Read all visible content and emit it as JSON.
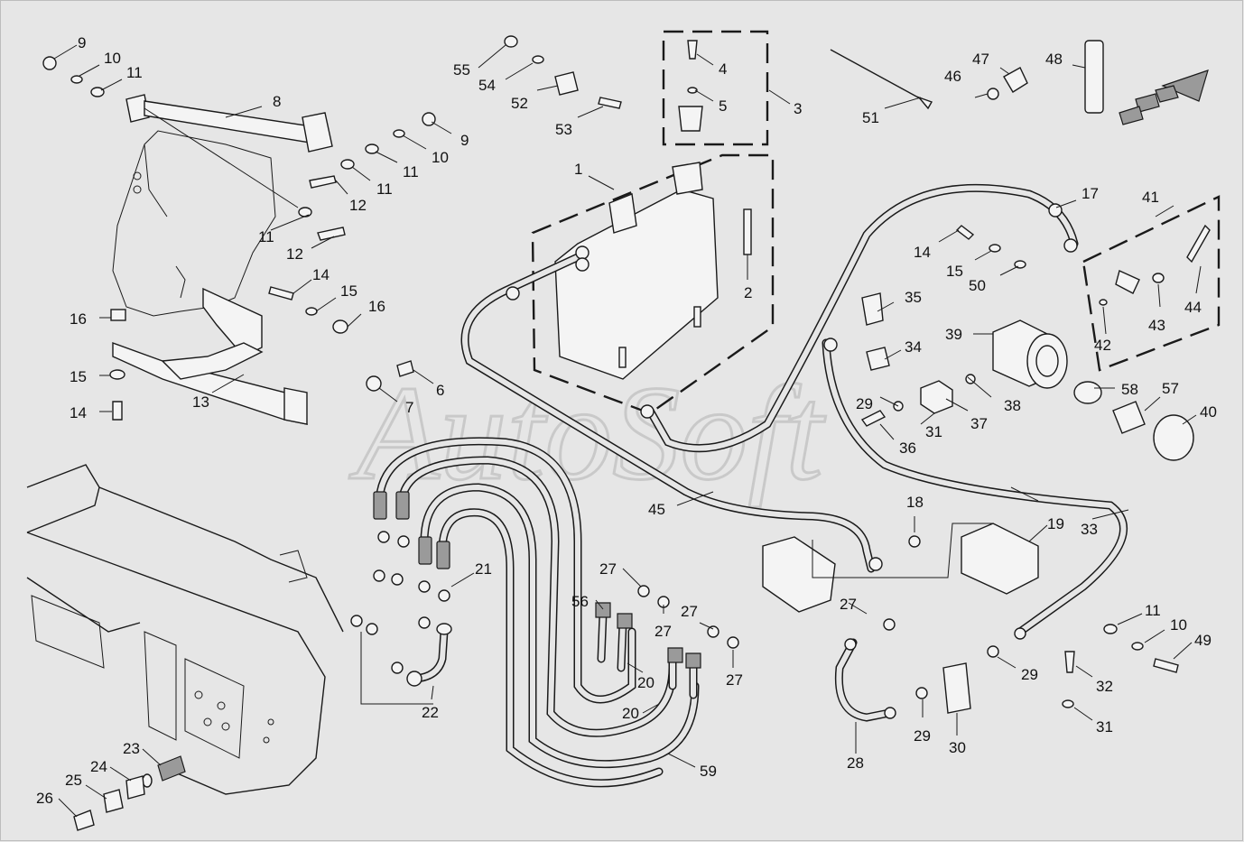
{
  "watermark": "AutoSoft",
  "callouts": [
    {
      "id": "c9a",
      "text": "9"
    },
    {
      "id": "c10a",
      "text": "10"
    },
    {
      "id": "c11a",
      "text": "11"
    },
    {
      "id": "c8",
      "text": "8"
    },
    {
      "id": "c9b",
      "text": "9"
    },
    {
      "id": "c10b",
      "text": "10"
    },
    {
      "id": "c11b",
      "text": "11"
    },
    {
      "id": "c11c",
      "text": "11"
    },
    {
      "id": "c12a",
      "text": "12"
    },
    {
      "id": "c11d",
      "text": "11"
    },
    {
      "id": "c12b",
      "text": "12"
    },
    {
      "id": "c16a",
      "text": "16"
    },
    {
      "id": "c15a",
      "text": "15"
    },
    {
      "id": "c14a",
      "text": "14"
    },
    {
      "id": "c13",
      "text": "13"
    },
    {
      "id": "c14b",
      "text": "14"
    },
    {
      "id": "c15b",
      "text": "15"
    },
    {
      "id": "c16b",
      "text": "16"
    },
    {
      "id": "c7",
      "text": "7"
    },
    {
      "id": "c6",
      "text": "6"
    },
    {
      "id": "c55",
      "text": "55"
    },
    {
      "id": "c54",
      "text": "54"
    },
    {
      "id": "c52",
      "text": "52"
    },
    {
      "id": "c53",
      "text": "53"
    },
    {
      "id": "c4",
      "text": "4"
    },
    {
      "id": "c5",
      "text": "5"
    },
    {
      "id": "c3",
      "text": "3"
    },
    {
      "id": "c1",
      "text": "1"
    },
    {
      "id": "c2",
      "text": "2"
    },
    {
      "id": "c51",
      "text": "51"
    },
    {
      "id": "c46",
      "text": "46"
    },
    {
      "id": "c47",
      "text": "47"
    },
    {
      "id": "c48",
      "text": "48"
    },
    {
      "id": "c17",
      "text": "17"
    },
    {
      "id": "c41",
      "text": "41"
    },
    {
      "id": "c14c",
      "text": "14"
    },
    {
      "id": "c15c",
      "text": "15"
    },
    {
      "id": "c50",
      "text": "50"
    },
    {
      "id": "c44",
      "text": "44"
    },
    {
      "id": "c43",
      "text": "43"
    },
    {
      "id": "c42",
      "text": "42"
    },
    {
      "id": "c35",
      "text": "35"
    },
    {
      "id": "c34",
      "text": "34"
    },
    {
      "id": "c39",
      "text": "39"
    },
    {
      "id": "c29a",
      "text": "29"
    },
    {
      "id": "c31a",
      "text": "31"
    },
    {
      "id": "c37",
      "text": "37"
    },
    {
      "id": "c38",
      "text": "38"
    },
    {
      "id": "c36",
      "text": "36"
    },
    {
      "id": "c58",
      "text": "58"
    },
    {
      "id": "c57",
      "text": "57"
    },
    {
      "id": "c40",
      "text": "40"
    },
    {
      "id": "c45",
      "text": "45"
    },
    {
      "id": "c18",
      "text": "18"
    },
    {
      "id": "c19",
      "text": "19"
    },
    {
      "id": "c33",
      "text": "33"
    },
    {
      "id": "c21",
      "text": "21"
    },
    {
      "id": "c27a",
      "text": "27"
    },
    {
      "id": "c56",
      "text": "56"
    },
    {
      "id": "c27b",
      "text": "27"
    },
    {
      "id": "c27c",
      "text": "27"
    },
    {
      "id": "c27d",
      "text": "27"
    },
    {
      "id": "c20a",
      "text": "20"
    },
    {
      "id": "c20b",
      "text": "20"
    },
    {
      "id": "c27e",
      "text": "27"
    },
    {
      "id": "c22",
      "text": "22"
    },
    {
      "id": "c59",
      "text": "59"
    },
    {
      "id": "c11e",
      "text": "11"
    },
    {
      "id": "c10c",
      "text": "10"
    },
    {
      "id": "c49",
      "text": "49"
    },
    {
      "id": "c29b",
      "text": "29"
    },
    {
      "id": "c32",
      "text": "32"
    },
    {
      "id": "c31b",
      "text": "31"
    },
    {
      "id": "c29c",
      "text": "29"
    },
    {
      "id": "c30",
      "text": "30"
    },
    {
      "id": "c28",
      "text": "28"
    },
    {
      "id": "c23",
      "text": "23"
    },
    {
      "id": "c24",
      "text": "24"
    },
    {
      "id": "c25",
      "text": "25"
    },
    {
      "id": "c26",
      "text": "26"
    }
  ]
}
